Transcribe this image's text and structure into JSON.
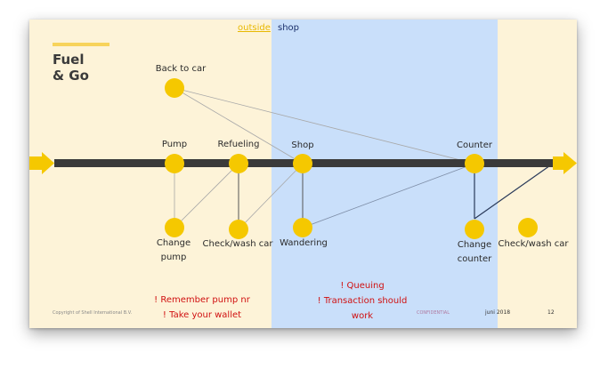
{
  "title": "Fuel\n& Go",
  "legend": {
    "outside": "outside",
    "shop": "shop"
  },
  "nodes": [
    {
      "id": "back-to-car",
      "label": "Back to car"
    },
    {
      "id": "pump",
      "label": "Pump"
    },
    {
      "id": "refueling",
      "label": "Refueling"
    },
    {
      "id": "shop",
      "label": "Shop"
    },
    {
      "id": "counter",
      "label": "Counter"
    },
    {
      "id": "change-pump",
      "label": "Change\npump"
    },
    {
      "id": "check-wash-car",
      "label": "Check/wash car"
    },
    {
      "id": "wandering",
      "label": "Wandering"
    },
    {
      "id": "change-counter",
      "label": "Change\ncounter"
    },
    {
      "id": "check-wash-car-2",
      "label": "Check/wash car"
    }
  ],
  "notes": {
    "outside": "! Remember pump nr\n! Take your wallet",
    "shop": "! Queuing\n! Transaction should\nwork"
  },
  "footer": {
    "copyright": "Copyright of Shell International B.V.",
    "confidential": "CONFIDENTIAL",
    "date": "juni 2018",
    "page": "12"
  },
  "colors": {
    "outside_bg": "#fdf3d8",
    "shop_bg": "#c9dffa",
    "node": "#f5c800",
    "arrow": "#f5c800",
    "timeline": "#3a3a3a",
    "note_text": "#d01010"
  }
}
